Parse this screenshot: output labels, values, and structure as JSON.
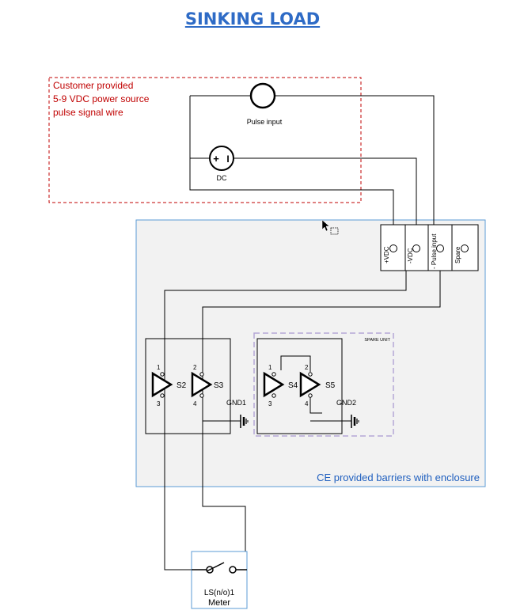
{
  "title": "SINKING LOAD",
  "customer_box": {
    "lines": [
      "Customer provided",
      "5-9 VDC power source",
      "pulse signal wire"
    ],
    "color": "#C00000"
  },
  "pulse_input": {
    "label": "Pulse input"
  },
  "dc_source": {
    "label": "DC",
    "plus": "+",
    "minus": "I"
  },
  "enclosure": {
    "label": "CE provided barriers with enclosure",
    "label_color": "#1F5FBF"
  },
  "terminals": [
    {
      "label": "+VDC"
    },
    {
      "label": "-VDC"
    },
    {
      "label": "- Pulse input"
    },
    {
      "label": "Spare"
    }
  ],
  "barrier_main": {
    "pins": [
      "1",
      "3",
      "2",
      "4"
    ],
    "switches": [
      "S2",
      "S3"
    ],
    "ground": "GND1"
  },
  "barrier_spare": {
    "header": "SPARE UNIT",
    "pins": [
      "1",
      "3",
      "2",
      "4"
    ],
    "switches": [
      "S4",
      "S5"
    ],
    "ground": "GND2"
  },
  "meter": {
    "line1": "LS(n/o)1",
    "line2": "Meter",
    "border_color": "#5B9BD5"
  },
  "icons": [
    "cursor-arrow-icon",
    "ground-icon",
    "switch-icon",
    "buffer-triangle-icon"
  ]
}
